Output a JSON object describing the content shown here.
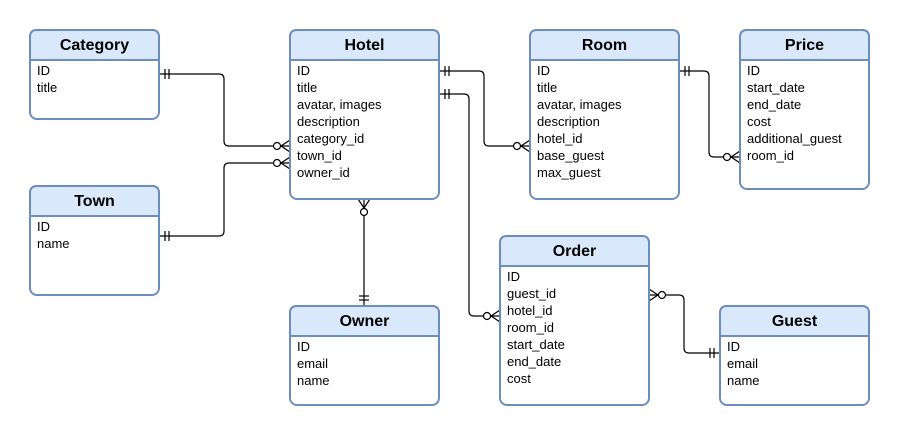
{
  "entities": {
    "category": {
      "title": "Category",
      "fields": [
        "ID",
        "title"
      ]
    },
    "town": {
      "title": "Town",
      "fields": [
        "ID",
        "name"
      ]
    },
    "hotel": {
      "title": "Hotel",
      "fields": [
        "ID",
        "title",
        "avatar, images",
        "description",
        "category_id",
        "town_id",
        "owner_id"
      ]
    },
    "owner": {
      "title": "Owner",
      "fields": [
        "ID",
        "email",
        "name"
      ]
    },
    "room": {
      "title": "Room",
      "fields": [
        "ID",
        "title",
        "avatar, images",
        "description",
        "hotel_id",
        "base_guest",
        "max_guest"
      ]
    },
    "price": {
      "title": "Price",
      "fields": [
        "ID",
        "start_date",
        "end_date",
        "cost",
        "additional_guest",
        "room_id"
      ]
    },
    "order": {
      "title": "Order",
      "fields": [
        "ID",
        "guest_id",
        "hotel_id",
        "room_id",
        "start_date",
        "end_date",
        "cost"
      ]
    },
    "guest": {
      "title": "Guest",
      "fields": [
        "ID",
        "email",
        "name"
      ]
    }
  },
  "relationships": [
    {
      "name": "category-hotel",
      "from": "category",
      "to": "hotel",
      "from_card": "one",
      "to_card": "zero-or-many"
    },
    {
      "name": "town-hotel",
      "from": "town",
      "to": "hotel",
      "from_card": "one",
      "to_card": "zero-or-many"
    },
    {
      "name": "hotel-owner",
      "from": "hotel",
      "to": "owner",
      "from_card": "zero-or-many",
      "to_card": "one"
    },
    {
      "name": "hotel-room",
      "from": "hotel",
      "to": "room",
      "from_card": "one",
      "to_card": "zero-or-many"
    },
    {
      "name": "hotel-order",
      "from": "hotel",
      "to": "order",
      "from_card": "one",
      "to_card": "zero-or-many"
    },
    {
      "name": "room-price",
      "from": "room",
      "to": "price",
      "from_card": "one",
      "to_card": "zero-or-many"
    },
    {
      "name": "order-guest",
      "from": "order",
      "to": "guest",
      "from_card": "zero-or-many",
      "to_card": "one"
    }
  ],
  "colors": {
    "header_fill": "#dae8fc",
    "border": "#6c8ebf",
    "line": "#000000"
  }
}
